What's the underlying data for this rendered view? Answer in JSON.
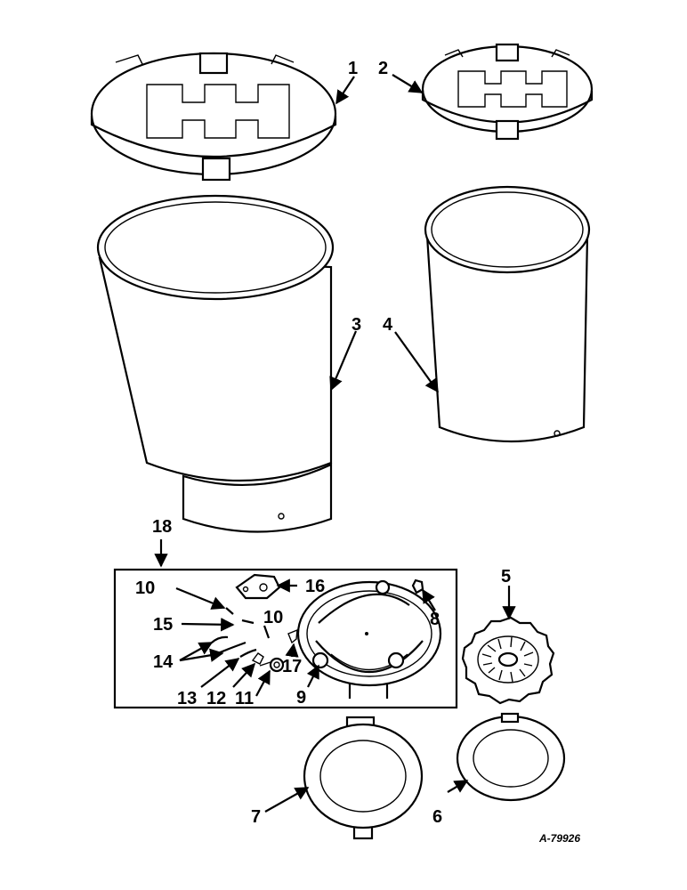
{
  "drawing_code": "A-79926",
  "callouts": {
    "c1": "1",
    "c2": "2",
    "c3": "3",
    "c4": "4",
    "c5": "5",
    "c6": "6",
    "c7": "7",
    "c8": "8",
    "c9": "9",
    "c10a": "10",
    "c10b": "10",
    "c11": "11",
    "c12": "12",
    "c13": "13",
    "c14": "14",
    "c15": "15",
    "c16": "16",
    "c17": "17",
    "c18": "18"
  }
}
